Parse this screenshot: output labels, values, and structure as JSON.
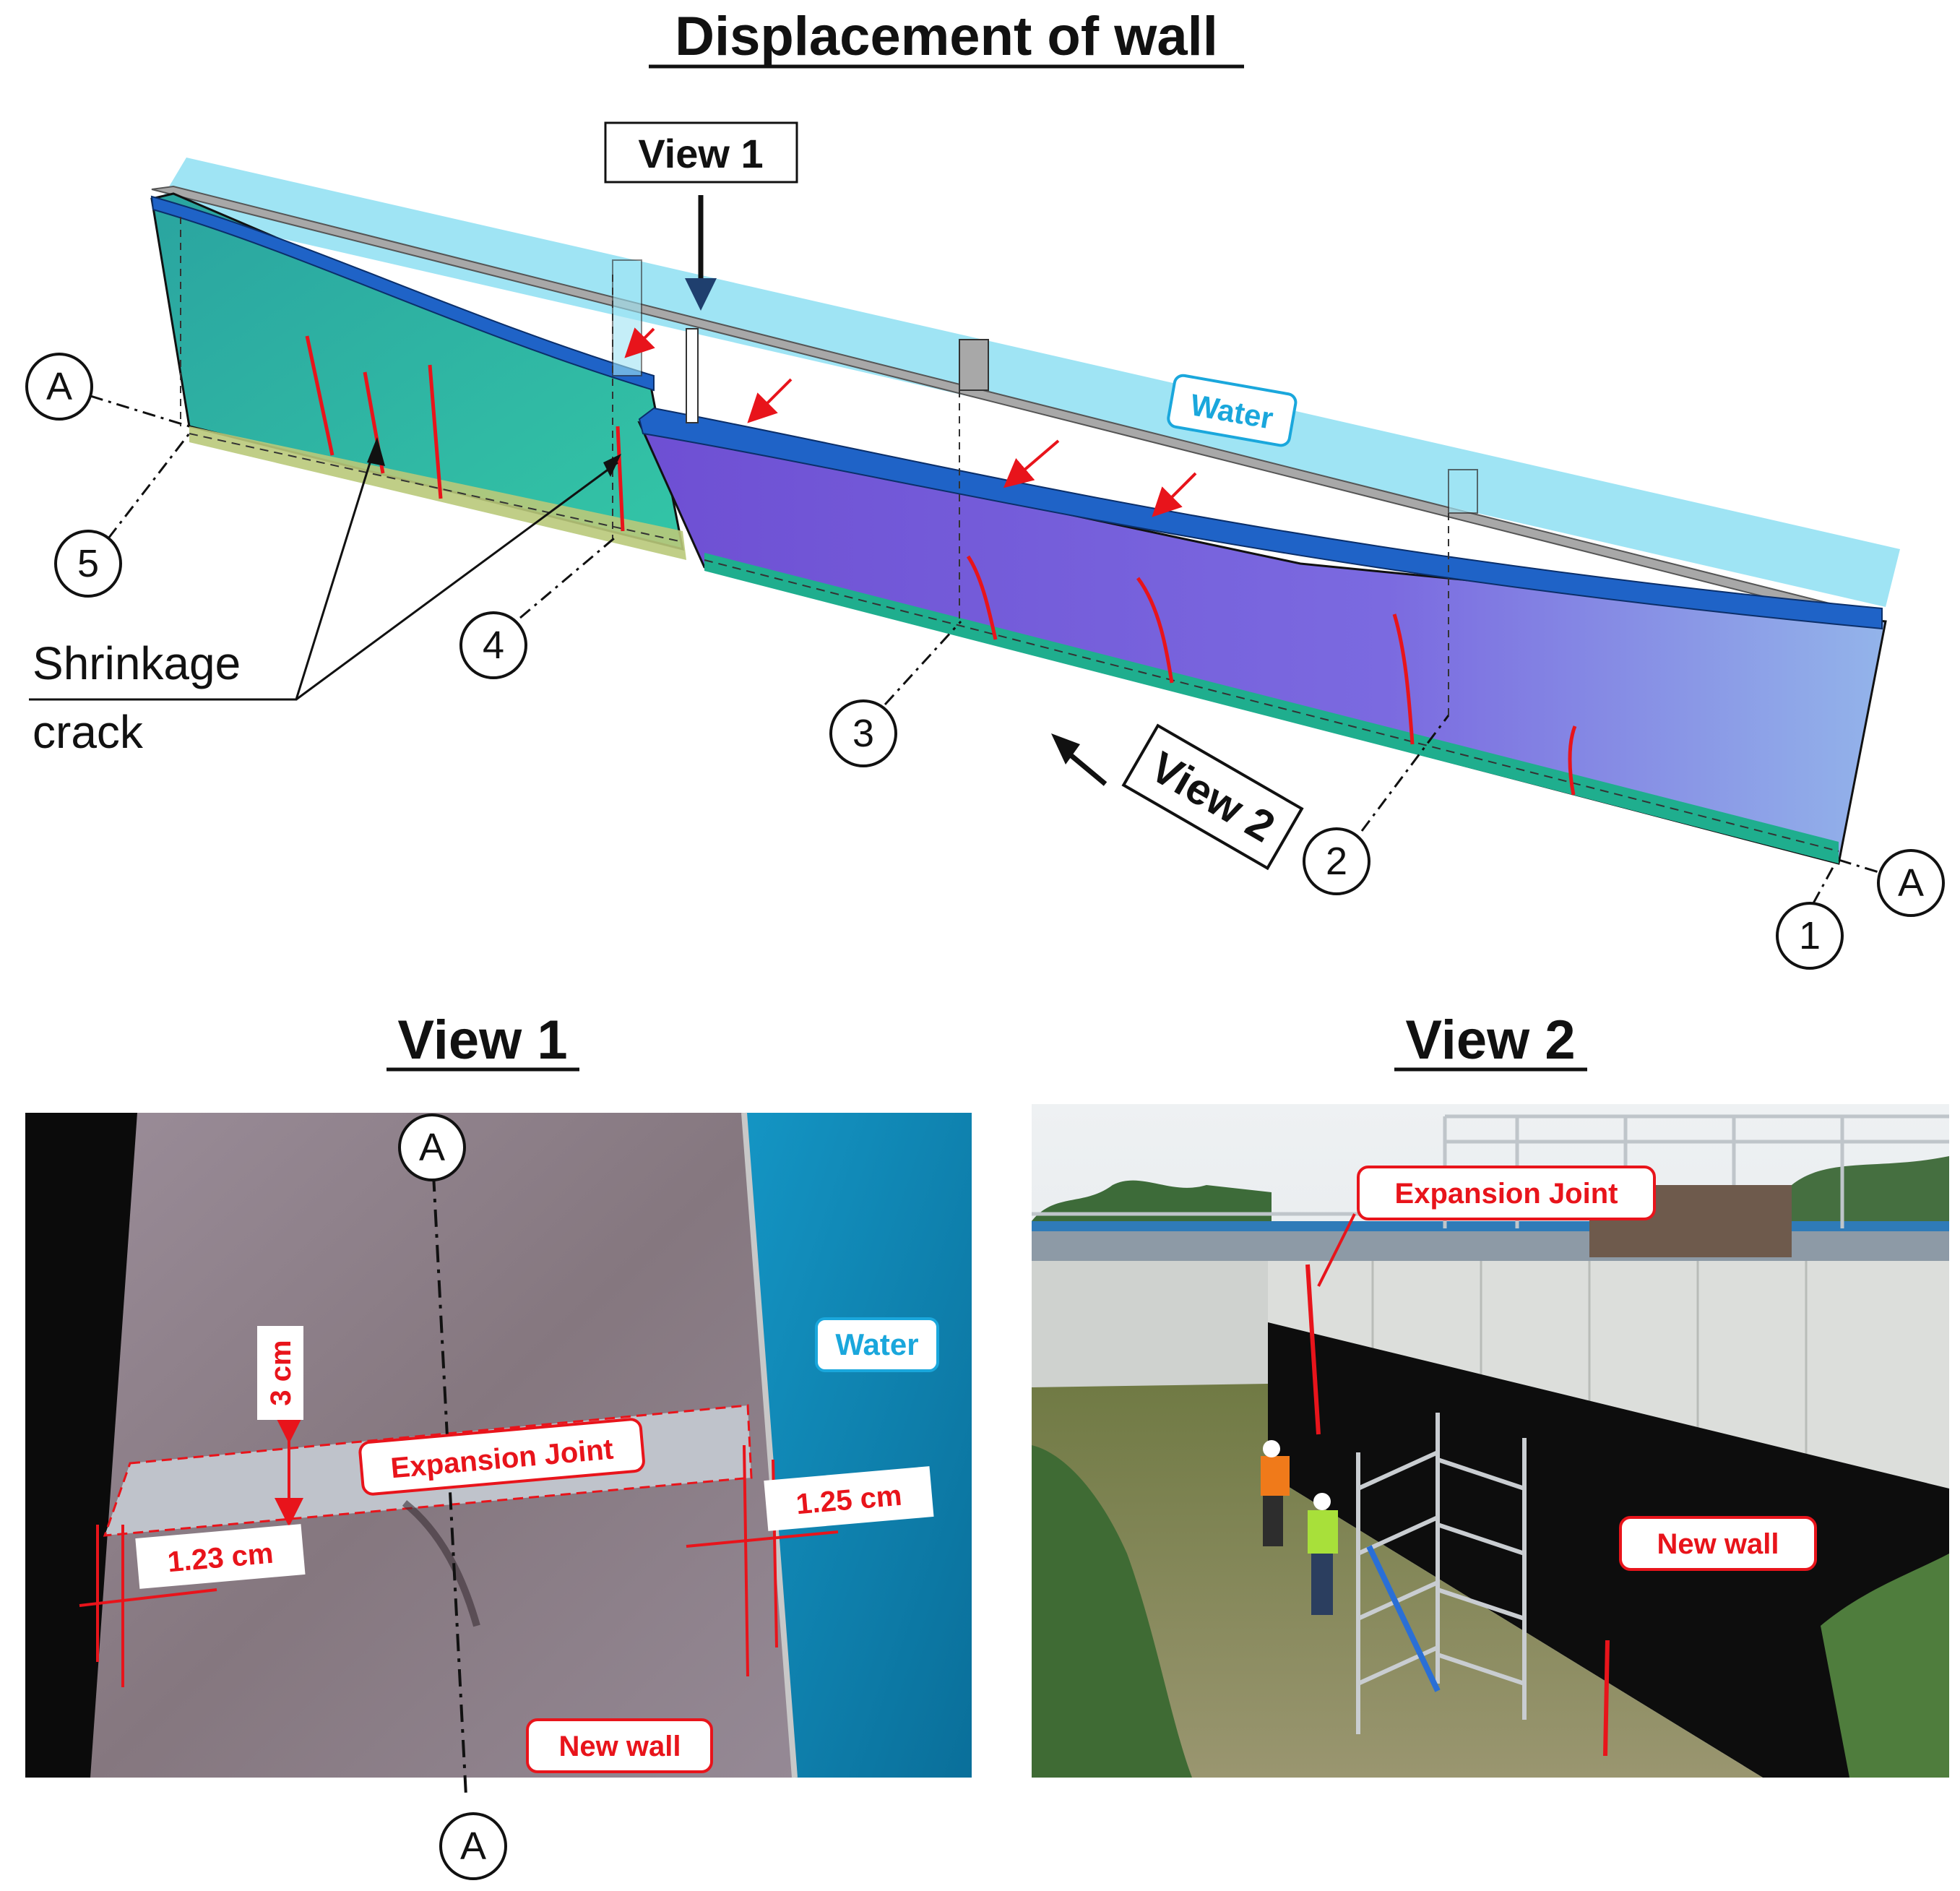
{
  "title": "Displacement of wall",
  "top": {
    "view1_tag": "View 1",
    "view2_tag": "View 2",
    "water": "Water",
    "shrinkage_line1": "Shrinkage",
    "shrinkage_line2": "crack",
    "section_label": "A",
    "markers": [
      "1",
      "2",
      "3",
      "4",
      "5"
    ]
  },
  "view1": {
    "heading": "View 1",
    "section_label": "A",
    "water": "Water",
    "expansion_joint": "Expansion Joint",
    "dim_height": "3 cm",
    "dim_left": "1.23 cm",
    "dim_right": "1.25 cm",
    "new_wall": "New wall"
  },
  "view2": {
    "heading": "View 2",
    "expansion_joint": "Expansion Joint",
    "new_wall": "New wall"
  },
  "colors": {
    "red": "#e8141b",
    "water_light": "#9fe4f4",
    "wall_teal": "#2fb7a2",
    "wall_purple": "#7c57d6",
    "wall_top_blue": "#1f63c7",
    "beam_grey": "#a9a9a9",
    "view1_water": "#0e86b4",
    "view1_concrete": "#8c7e8a"
  }
}
